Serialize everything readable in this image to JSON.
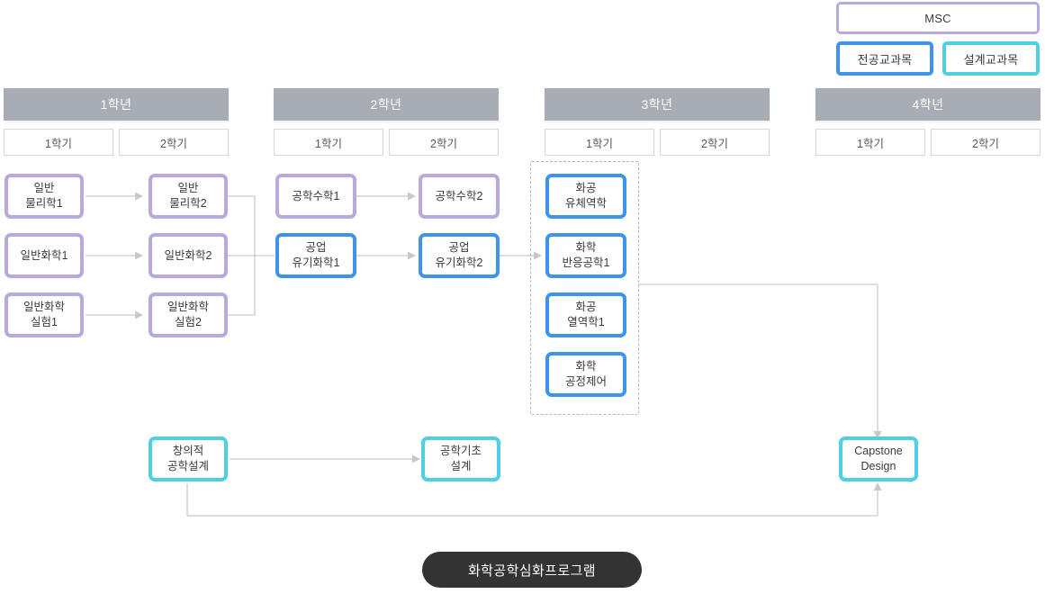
{
  "legend": {
    "msc": "MSC",
    "major": "전공교과목",
    "design": "설계교과목"
  },
  "colors": {
    "msc_border": "#b9a9de",
    "major_border": "#3d94e8",
    "design_border": "#4ed0e0",
    "year_header_bg": "#a8adb5",
    "connector": "#bdbdbd",
    "footer_bg": "#333333"
  },
  "years": [
    {
      "label": "1학년",
      "semesters": [
        "1학기",
        "2학기"
      ]
    },
    {
      "label": "2학년",
      "semesters": [
        "1학기",
        "2학기"
      ]
    },
    {
      "label": "3학년",
      "semesters": [
        "1학기",
        "2학기"
      ]
    },
    {
      "label": "4학년",
      "semesters": [
        "1학기",
        "2학기"
      ]
    }
  ],
  "courses": {
    "y1s1_physics1": "일반\n물리학1",
    "y1s1_chem1": "일반화학1",
    "y1s1_chemlab1": "일반화학\n실험1",
    "y1s2_physics2": "일반\n물리학2",
    "y1s2_chem2": "일반화학2",
    "y1s2_chemlab2": "일반화학\n실험2",
    "y2s1_engmath1": "공학수학1",
    "y2s1_orgchem1": "공업\n유기화학1",
    "y2s2_engmath2": "공학수학2",
    "y2s2_orgchem2": "공업\n유기화학2",
    "y3s1_fluid": "화공\n유체역학",
    "y3s1_reaction1": "화학\n반응공학1",
    "y3s1_thermo1": "화공\n열역학1",
    "y3s1_processctrl": "화학\n공정제어",
    "design_creative": "창의적\n공학설계",
    "design_basic": "공학기초\n설계",
    "design_capstone": "Capstone\nDesign"
  },
  "footer": {
    "label": "화학공학심화프로그램"
  }
}
